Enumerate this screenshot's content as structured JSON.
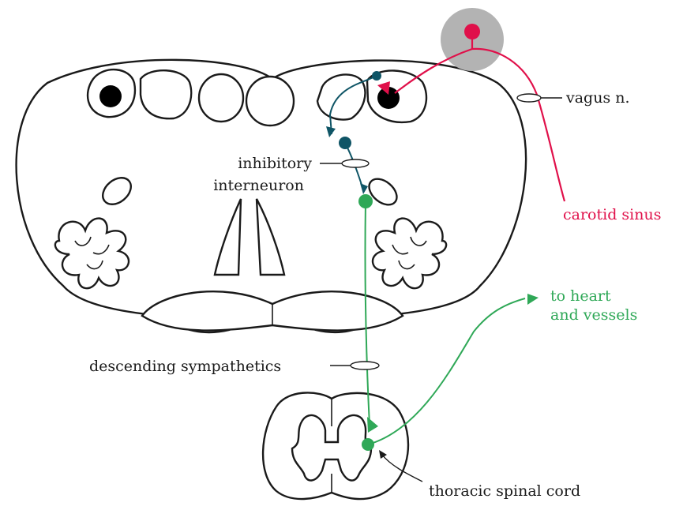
{
  "labels": {
    "vagus": "vagus n.",
    "inhibitory_line1": "inhibitory",
    "inhibitory_line2": "interneuron",
    "carotid": "carotid sinus",
    "heart_line1": "to heart",
    "heart_line2": "and vessels",
    "descending": "descending sympathetics",
    "thoracic": "thoracic spinal cord"
  },
  "colors": {
    "afferent": "#e0104a",
    "interneuron": "#0f5566",
    "sympathetic": "#2fa857",
    "halo": "#b3b3b3",
    "outline": "#1a1a1a"
  }
}
